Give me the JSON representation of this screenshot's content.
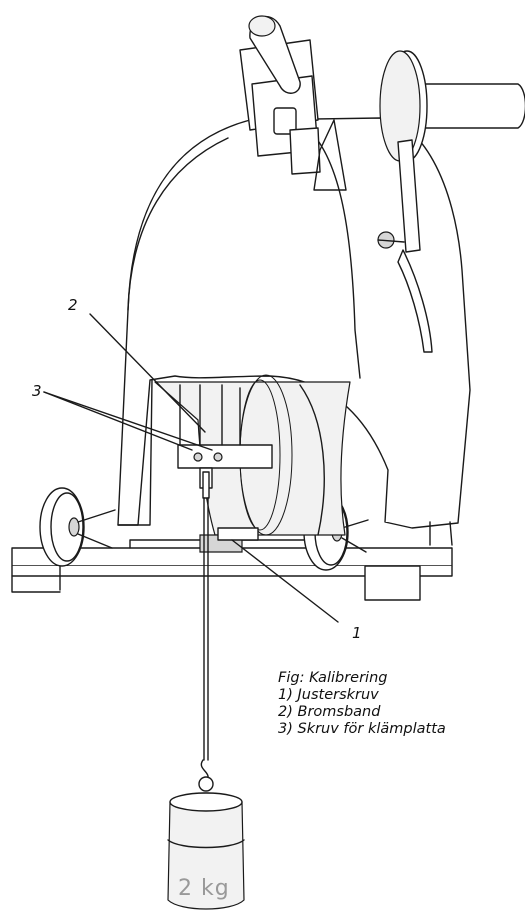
{
  "callouts": {
    "one": "1",
    "two": "2",
    "three": "3"
  },
  "caption": {
    "title": "Fig: Kalibrering",
    "items": [
      "1) Justerskruv",
      "2) Bromsband",
      "3) Skruv för klämplatta"
    ]
  },
  "weight_label": "2 kg"
}
